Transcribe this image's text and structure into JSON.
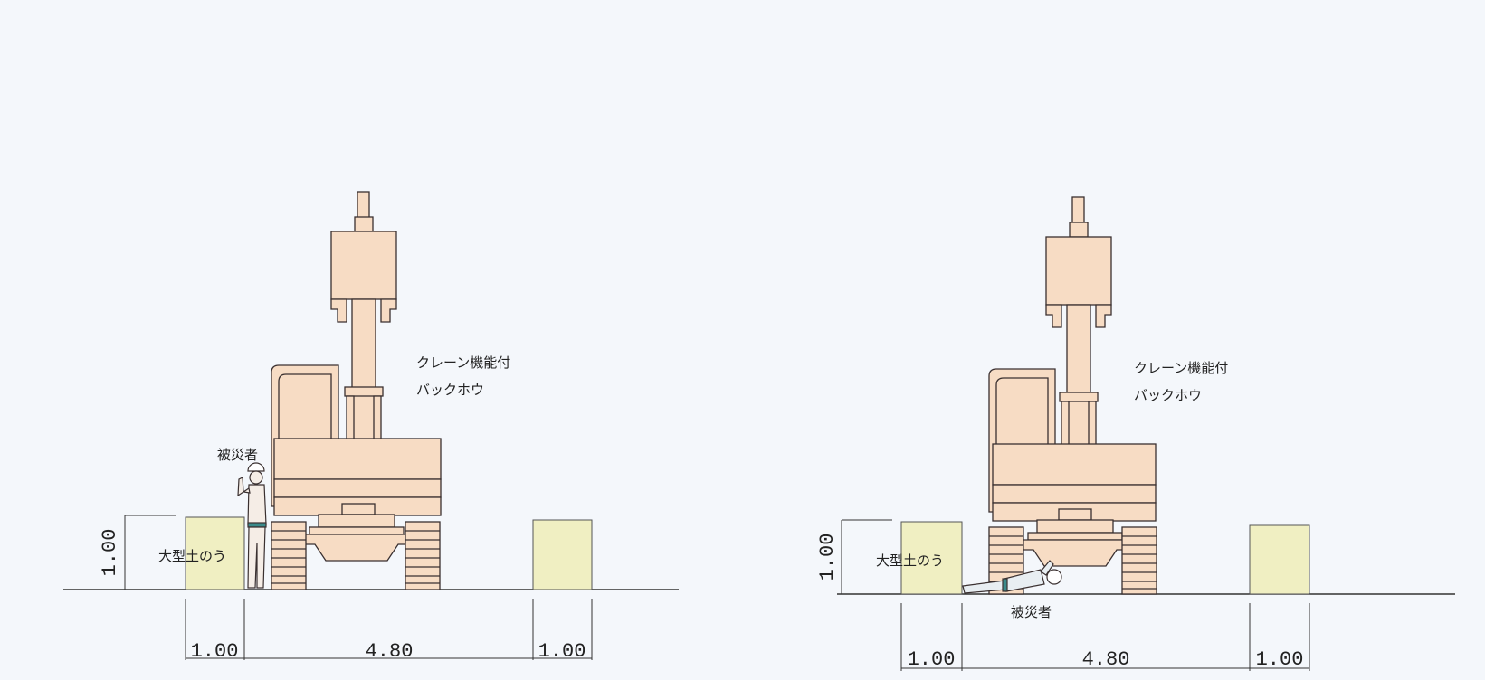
{
  "colors": {
    "machine": "#f7dcc4",
    "outline": "#3a3030",
    "sandbag": "#f0efc2",
    "ground": "#333333",
    "background": "#f4f7fb"
  },
  "panels": [
    {
      "id": "left",
      "machine_label": [
        "クレーン機能付",
        "バックホウ"
      ],
      "victim_label": "被災者",
      "sandbag_label": "大型土のう",
      "height_label": "1.00",
      "widths": [
        "1.00",
        "4.80",
        "1.00"
      ]
    },
    {
      "id": "right",
      "machine_label": [
        "クレーン機能付",
        "バックホウ"
      ],
      "victim_label": "被災者",
      "sandbag_label": "大型土のう",
      "height_label": "1.00",
      "widths": [
        "1.00",
        "4.80",
        "1.00"
      ]
    }
  ]
}
